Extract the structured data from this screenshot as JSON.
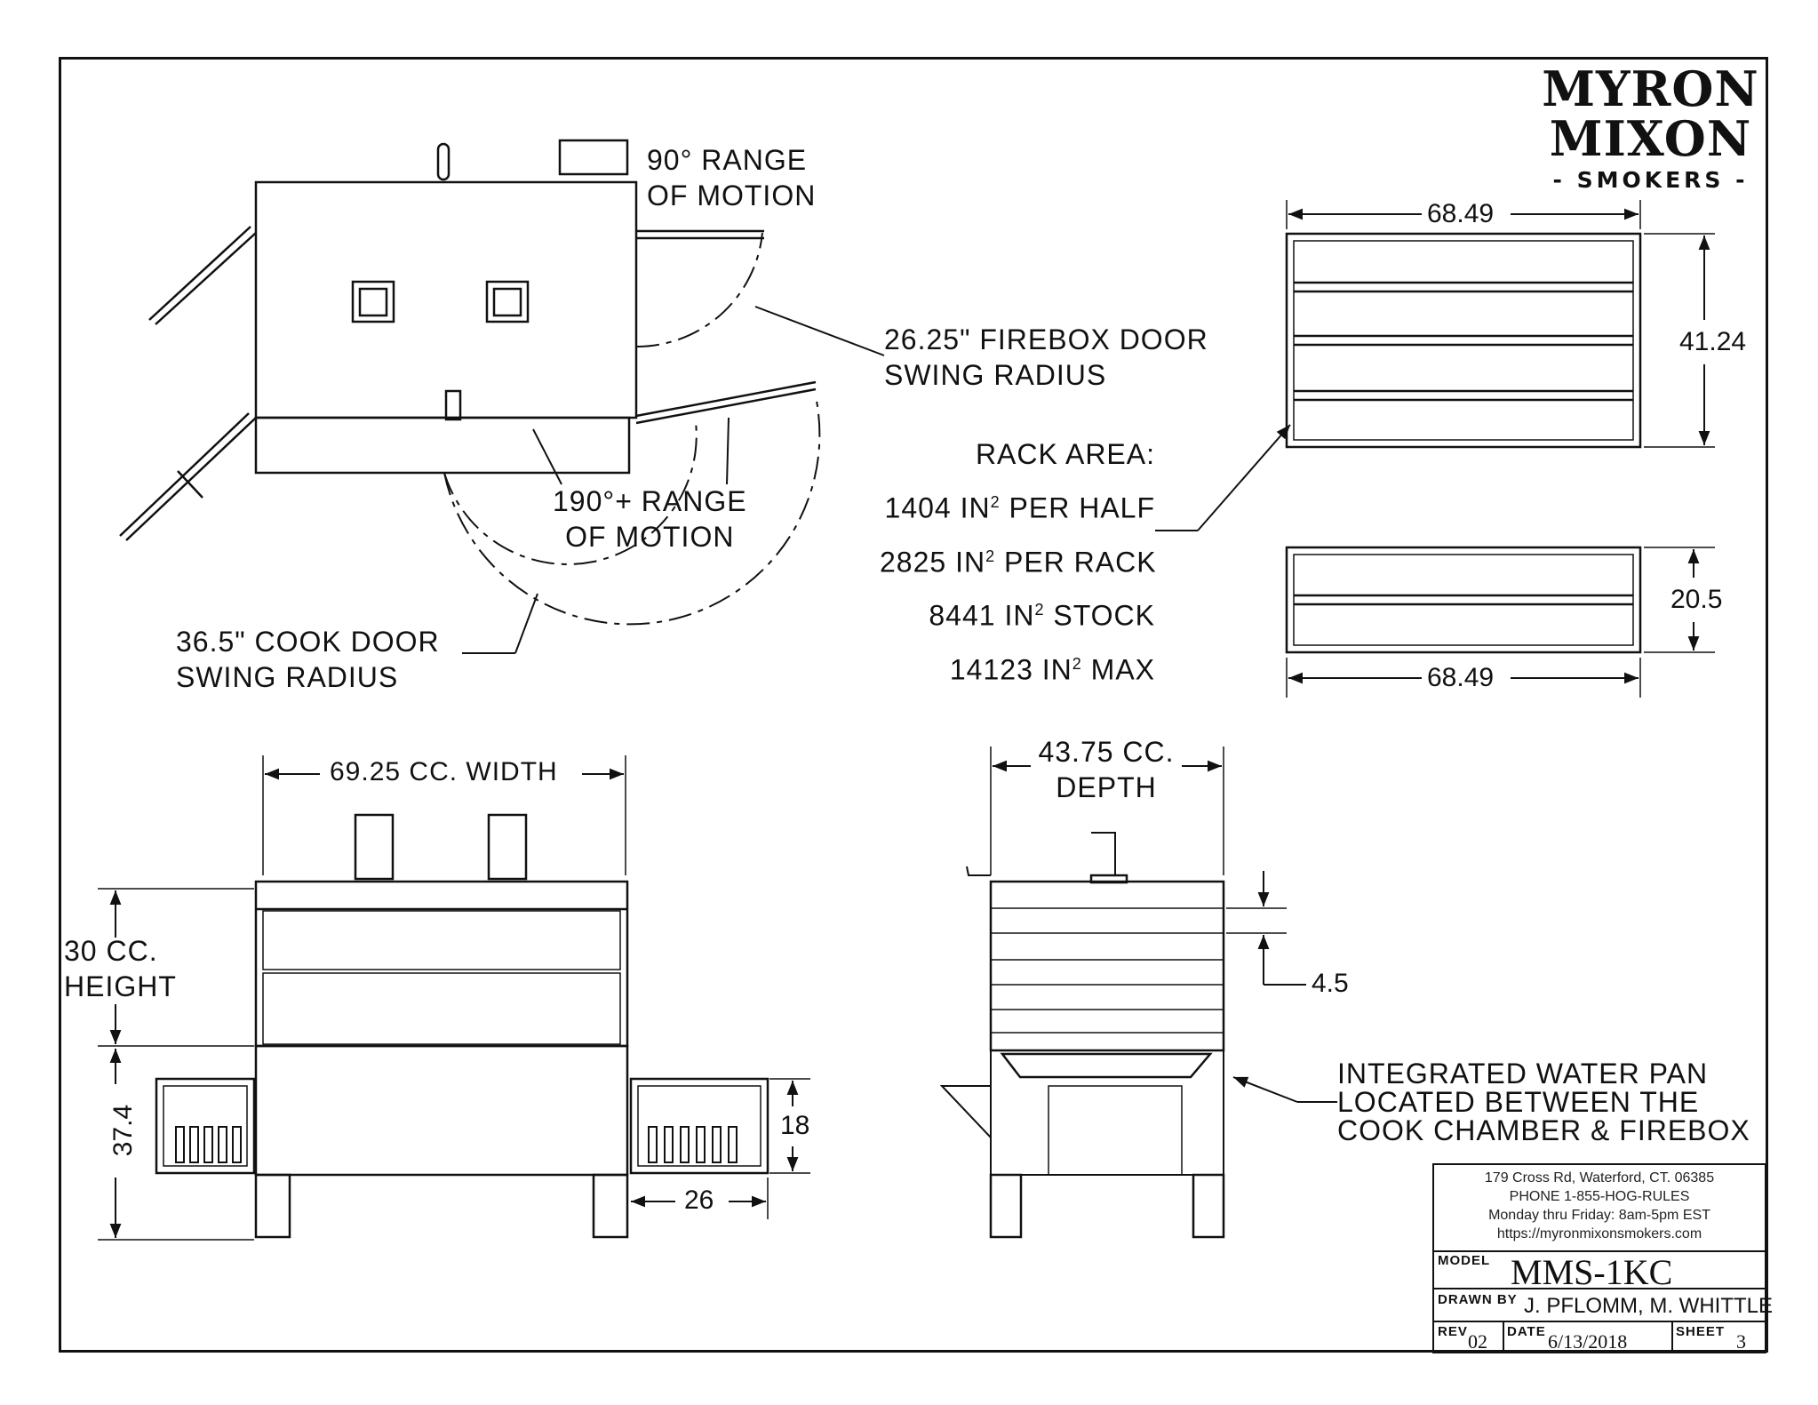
{
  "logo": {
    "line1": "MYRON",
    "line2": "MIXON",
    "line3": "- SMOKERS -"
  },
  "top_view": {
    "firebox_range": [
      "90° RANGE",
      "OF MOTION"
    ],
    "firebox_radius": [
      "26.25\" FIREBOX DOOR",
      "SWING RADIUS"
    ],
    "cook_range": [
      "190°+ RANGE",
      "OF MOTION"
    ],
    "cook_radius": [
      "36.5\" COOK DOOR",
      "SWING RADIUS"
    ]
  },
  "rack_area": {
    "heading": "RACK AREA:",
    "lines": [
      {
        "value": "1404 IN",
        "sup": "2",
        "suffix": " PER HALF"
      },
      {
        "value": "2825 IN",
        "sup": "2",
        "suffix": " PER RACK"
      },
      {
        "value": "8441 IN",
        "sup": "2",
        "suffix": " STOCK"
      },
      {
        "value": "14123 IN",
        "sup": "2",
        "suffix": " MAX"
      }
    ]
  },
  "rack_dims": {
    "full_width": "68.49",
    "full_depth": "41.24",
    "half_width": "68.49",
    "half_depth": "20.5"
  },
  "front_view": {
    "width": "69.25 CC. WIDTH",
    "height": [
      "30 CC.",
      "HEIGHT"
    ],
    "overall": "37.4",
    "firebox_h": "18",
    "firebox_w": "26"
  },
  "side_view": {
    "depth": [
      "43.75 CC.",
      "DEPTH"
    ],
    "spacing": "4.5"
  },
  "water_pan": [
    "INTEGRATED WATER PAN",
    "LOCATED BETWEEN THE",
    "COOK CHAMBER & FIREBOX"
  ],
  "title_block": {
    "address": [
      "179 Cross Rd, Waterford, CT. 06385",
      "PHONE 1-855-HOG-RULES",
      "Monday thru Friday: 8am-5pm EST",
      "https://myronmixonsmokers.com"
    ],
    "model_label": "MODEL",
    "model": "MMS-1KC",
    "drawn_label": "DRAWN BY",
    "drawn": "J. PFLOMM, M. WHITTLE",
    "rev_label": "REV",
    "rev": "02",
    "date_label": "DATE",
    "date": "6/13/2018",
    "sheet_label": "SHEET",
    "sheet": "3"
  }
}
